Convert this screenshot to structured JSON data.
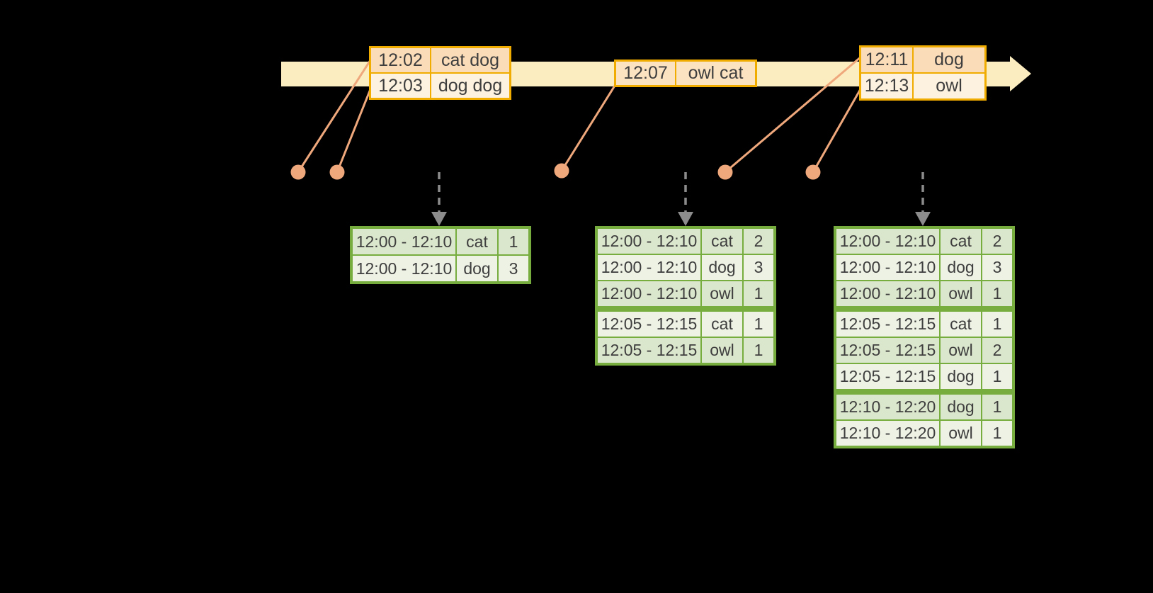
{
  "colors": {
    "background": "#000000",
    "timeline_fill": "#fcedc0",
    "input_border": "#f0ad00",
    "input_row_peach": "#fadcb8",
    "input_row_peachmid": "#fbe2c1",
    "input_row_cream": "#fdf2df",
    "result_border": "#77ad3e",
    "result_row_dark": "#dbe7cc",
    "result_row_light": "#edf2e4",
    "event_marker": "#efa87c",
    "trigger_arrow": "#8c8c8c",
    "text": "#3e3e3e"
  },
  "input_tables": [
    {
      "id": "input-events-1",
      "rows": [
        {
          "time": "12:02",
          "words": "cat dog",
          "tone": "peach"
        },
        {
          "time": "12:03",
          "words": "dog dog",
          "tone": "cream"
        }
      ]
    },
    {
      "id": "input-events-2",
      "rows": [
        {
          "time": "12:07",
          "words": "owl cat",
          "tone": "peachmid"
        }
      ]
    },
    {
      "id": "input-events-3",
      "rows": [
        {
          "time": "12:11",
          "words": "dog",
          "tone": "peach"
        },
        {
          "time": "12:13",
          "words": "owl",
          "tone": "cream"
        }
      ]
    }
  ],
  "result_tables": [
    {
      "id": "windowed-counts-1",
      "groups": [
        [
          {
            "window": "12:00 - 12:10",
            "word": "cat",
            "count": "1"
          },
          {
            "window": "12:00 - 12:10",
            "word": "dog",
            "count": "3"
          }
        ]
      ]
    },
    {
      "id": "windowed-counts-2",
      "groups": [
        [
          {
            "window": "12:00 - 12:10",
            "word": "cat",
            "count": "2"
          },
          {
            "window": "12:00 - 12:10",
            "word": "dog",
            "count": "3"
          },
          {
            "window": "12:00 - 12:10",
            "word": "owl",
            "count": "1"
          }
        ],
        [
          {
            "window": "12:05 - 12:15",
            "word": "cat",
            "count": "1"
          },
          {
            "window": "12:05 - 12:15",
            "word": "owl",
            "count": "1"
          }
        ]
      ]
    },
    {
      "id": "windowed-counts-3",
      "groups": [
        [
          {
            "window": "12:00 - 12:10",
            "word": "cat",
            "count": "2"
          },
          {
            "window": "12:00 - 12:10",
            "word": "dog",
            "count": "3"
          },
          {
            "window": "12:00 - 12:10",
            "word": "owl",
            "count": "1"
          }
        ],
        [
          {
            "window": "12:05 - 12:15",
            "word": "cat",
            "count": "1"
          },
          {
            "window": "12:05 - 12:15",
            "word": "owl",
            "count": "2"
          },
          {
            "window": "12:05 - 12:15",
            "word": "dog",
            "count": "1"
          }
        ],
        [
          {
            "window": "12:10 - 12:20",
            "word": "dog",
            "count": "1"
          },
          {
            "window": "12:10 - 12:20",
            "word": "owl",
            "count": "1"
          }
        ]
      ]
    }
  ]
}
